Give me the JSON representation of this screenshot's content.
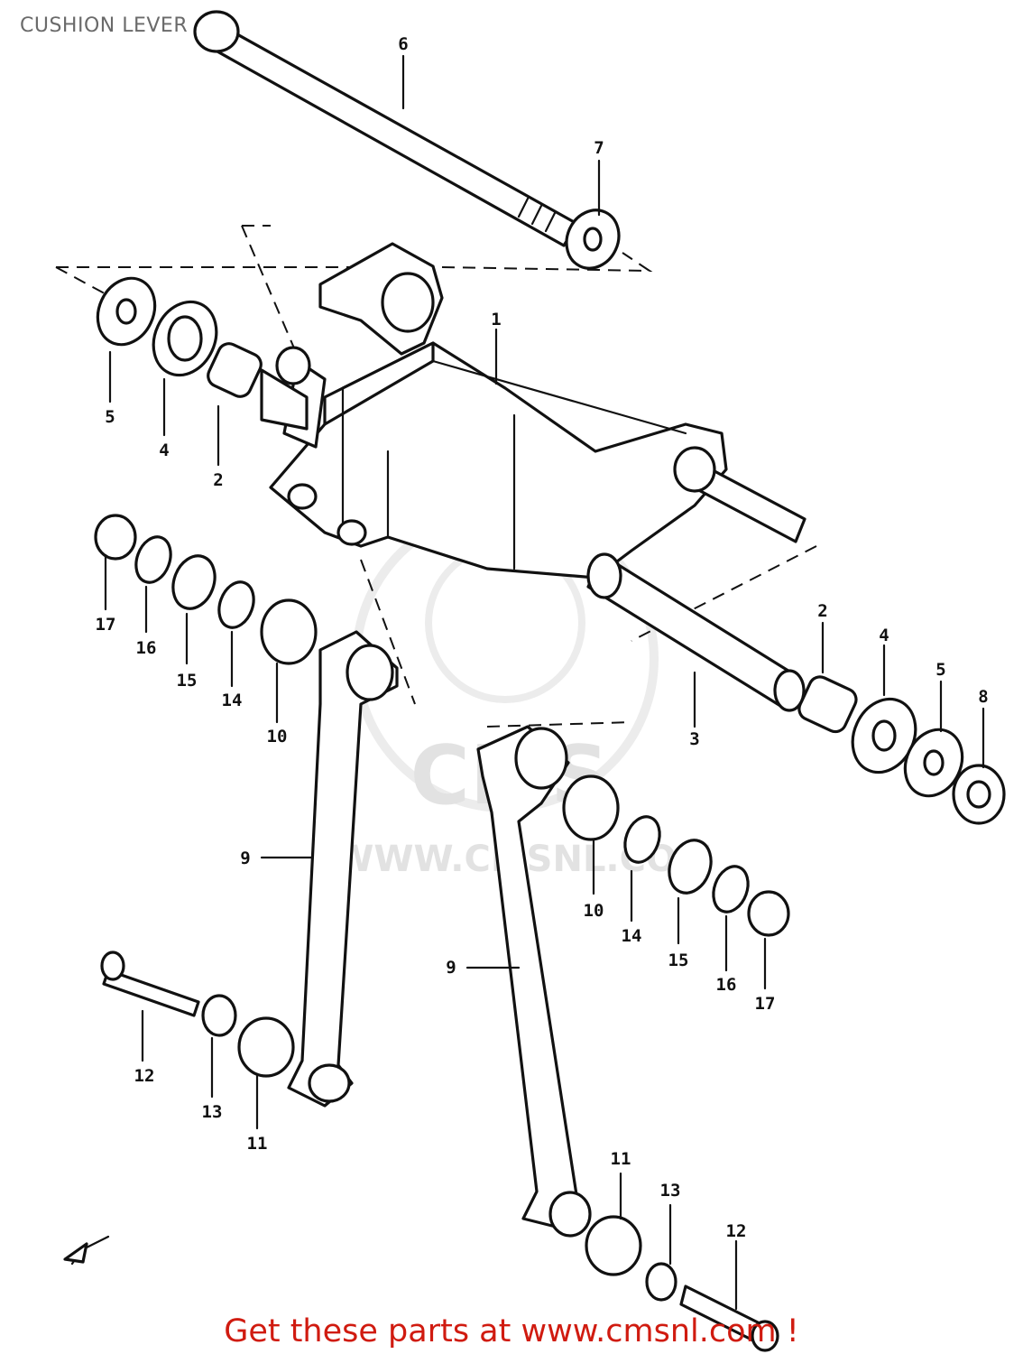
{
  "diagram": {
    "title": "CUSHION LEVER",
    "callouts": [
      {
        "id": "c6a",
        "text": "6"
      },
      {
        "id": "c7a",
        "text": "7"
      },
      {
        "id": "c1a",
        "text": "1"
      },
      {
        "id": "c5a",
        "text": "5"
      },
      {
        "id": "c4a",
        "text": "4"
      },
      {
        "id": "c2a",
        "text": "2"
      },
      {
        "id": "c17a",
        "text": "17"
      },
      {
        "id": "c16a",
        "text": "16"
      },
      {
        "id": "c15a",
        "text": "15"
      },
      {
        "id": "c14a",
        "text": "14"
      },
      {
        "id": "c10a",
        "text": "10"
      },
      {
        "id": "c2b",
        "text": "2"
      },
      {
        "id": "c4b",
        "text": "4"
      },
      {
        "id": "c5b",
        "text": "5"
      },
      {
        "id": "c8a",
        "text": "8"
      },
      {
        "id": "c3a",
        "text": "3"
      },
      {
        "id": "c9a",
        "text": "9"
      },
      {
        "id": "c10b",
        "text": "10"
      },
      {
        "id": "c14b",
        "text": "14"
      },
      {
        "id": "c15b",
        "text": "15"
      },
      {
        "id": "c16b",
        "text": "16"
      },
      {
        "id": "c17b",
        "text": "17"
      },
      {
        "id": "c9b",
        "text": "9"
      },
      {
        "id": "c12a",
        "text": "12"
      },
      {
        "id": "c13a",
        "text": "13"
      },
      {
        "id": "c11a",
        "text": "11"
      },
      {
        "id": "c11b",
        "text": "11"
      },
      {
        "id": "c13b",
        "text": "13"
      },
      {
        "id": "c12b",
        "text": "12"
      }
    ]
  },
  "watermark": {
    "logo_text": "CMS",
    "url_text": "WWW.CMSNL.COM"
  },
  "footer": {
    "cta_text": "Get these parts at www.cmsnl.com !",
    "color": "#d01b10"
  }
}
